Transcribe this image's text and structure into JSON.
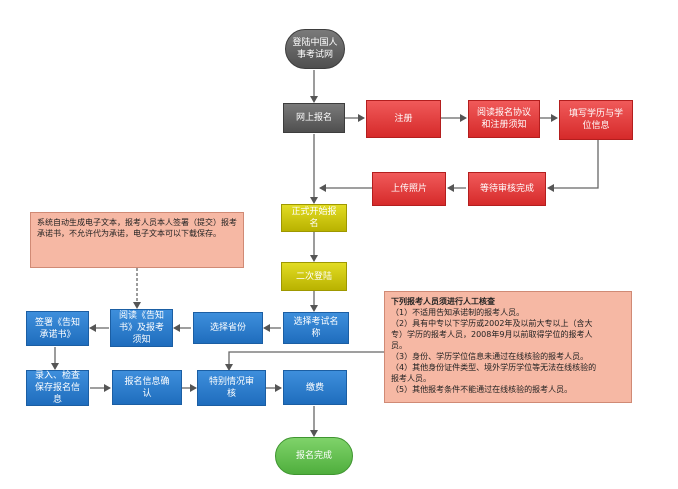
{
  "nodes": {
    "start": "登陆中国人\n事考试网",
    "online": "网上报名",
    "register": "注册",
    "read_agreement": "阅读报名协议\n和注册须知",
    "fill_education": "填写学历与学\n位信息",
    "wait_review": "等待审核完成",
    "upload_photo": "上传照片",
    "official": "正式开始报\n名",
    "second_login": "二次登陆",
    "choose_exam": "选择考试名\n称",
    "choose_province": "选择省份",
    "read_notice": "阅读《告知\n书》及报考\n须知",
    "sign_notice": "签署《告知\n承诺书》",
    "enter_check": "录入、检查\n保存报名信\n息",
    "confirm_info": "报名信息确\n认",
    "special_review": "特别情况审\n核",
    "pay": "缴费",
    "done": "报名完成"
  },
  "note_left": {
    "text": "系统自动生成电子文本，报考人员本人签署（提交）报考承诺书，不允许代为承诺，电子文本可以下载保存。"
  },
  "note_right": {
    "title": "下列报考人员须进行人工核查",
    "lines": [
      "（1）不适用告知承诺制的报考人员。",
      "（2）具有中专以下学历或2002年及以前大专以上（含大",
      "专）学历的报考人员，2008年9月以前取得学位的报考人",
      "员。",
      "（3）身份、学历学位信息未通过在线核验的报考人员。",
      "（4）其他身份证件类型、境外学历学位等无法在线核验的",
      "报考人员。",
      "（5）其他报考条件不能通过在线核验的报考人员。"
    ]
  }
}
